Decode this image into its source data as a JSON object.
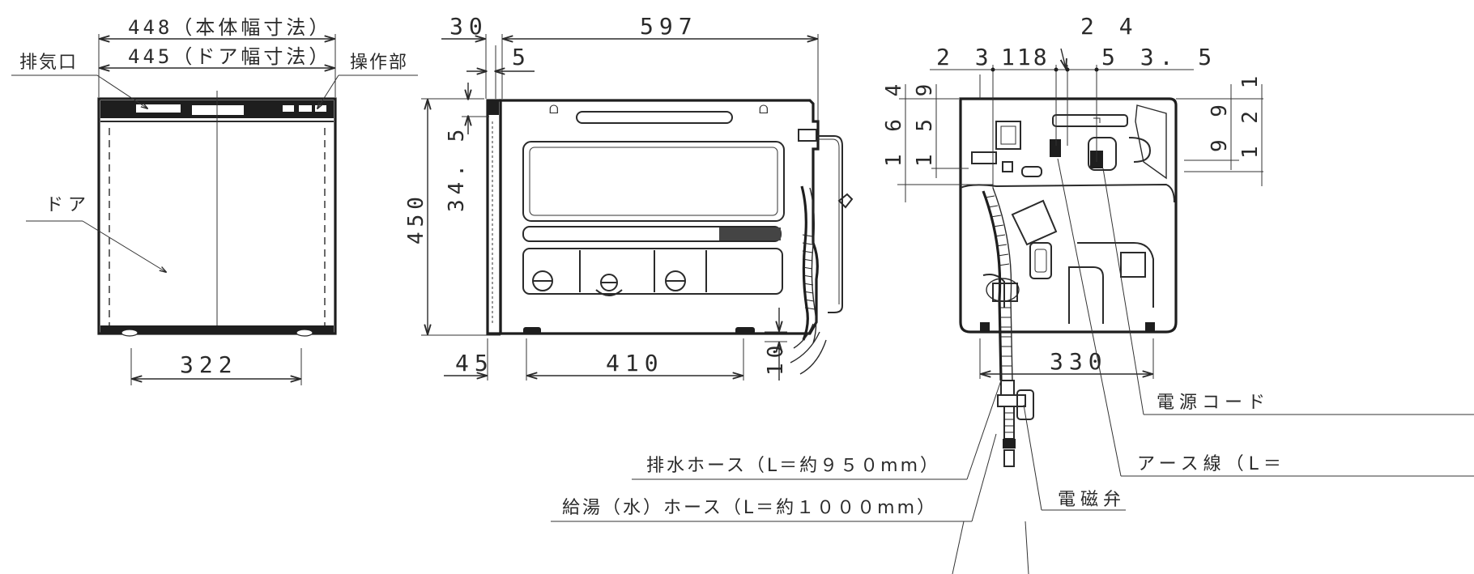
{
  "front_view": {
    "body_width": "448（本体幅寸法）",
    "door_width": "445（ドア幅寸法）",
    "bottom_width": "322",
    "exhaust_label": "排気口",
    "control_label": "操作部",
    "door_label": "ドア"
  },
  "side_view": {
    "top_gap": "30",
    "depth": "597",
    "offset_5": "5",
    "height": "450",
    "height_34": "34. 5",
    "bottom_left": "45",
    "bottom_span": "410",
    "bottom_10": "10"
  },
  "rear_view": {
    "dim_24": "2 4",
    "dim_23": "2 3",
    "dim_118": "118",
    "dim_53": "5 3. 5",
    "dim_164": "1 6 4",
    "dim_159": "1 5 9",
    "dim_99": "9 9",
    "dim_121": "1 2 1",
    "dim_330": "330",
    "power_cord_label": "電源コード",
    "earth_wire_label": "アース線（L＝",
    "solenoid_label": "電磁弁"
  },
  "callouts": {
    "drain_hose": "排水ホース（L＝約９５０mm）",
    "supply_hose": "給湯（水）ホース（L＝約１０００mm）"
  }
}
